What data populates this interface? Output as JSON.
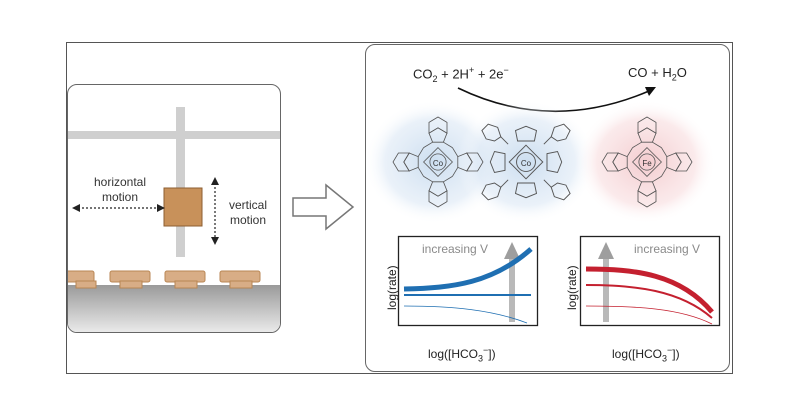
{
  "left_panel": {
    "horizontal_label": [
      "horizontal",
      "motion"
    ],
    "vertical_label": [
      "vertical",
      "motion"
    ]
  },
  "reaction": {
    "reactants": [
      "CO",
      "2",
      " + 2H",
      "+",
      " + 2e",
      "−"
    ],
    "products": [
      "CO + H",
      "2",
      "O"
    ]
  },
  "molecules": [
    {
      "metal": "Co",
      "type": "phthalocyanine",
      "glow": "#c9dcef"
    },
    {
      "metal": "Co",
      "type": "tetraphenylporphyrin",
      "glow": "#c9dcef"
    },
    {
      "metal": "Fe",
      "type": "phthalocyanine",
      "glow": "#f3c9cc"
    }
  ],
  "plots": [
    {
      "annotation": "increasing V",
      "ylabel": "log(rate)",
      "xlabel": [
        "log([HCO",
        "3",
        "−",
        "])"
      ],
      "color": "#1f6fb2"
    },
    {
      "annotation": "increasing V",
      "ylabel": "log(rate)",
      "xlabel": [
        "log([HCO",
        "3",
        "−",
        "])"
      ],
      "color": "#c4202f"
    }
  ],
  "colors": {
    "blue": "#1f6fb2",
    "red": "#c4202f",
    "block": "#c8915a",
    "rail": "#c8c8c8"
  }
}
